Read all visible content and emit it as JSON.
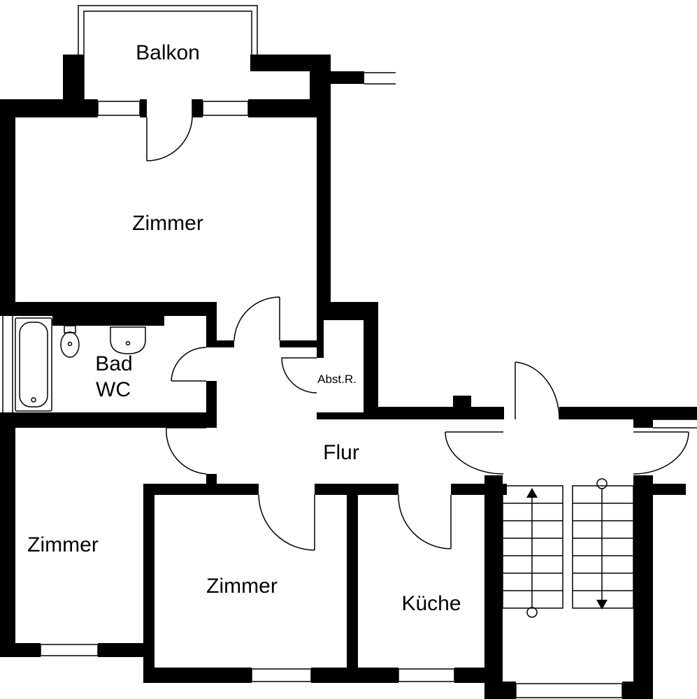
{
  "rooms": {
    "balkon": "Balkon",
    "zimmer_top": "Zimmer",
    "bad_line1": "Bad",
    "bad_line2": "WC",
    "abstellraum": "Abst.R.",
    "flur": "Flur",
    "zimmer_left": "Zimmer",
    "zimmer_middle": "Zimmer",
    "kueche": "Küche"
  },
  "colors": {
    "wall": "#000000",
    "background": "#ffffff",
    "line": "#000000"
  },
  "icons": {
    "stair_up": "arrow-up-icon",
    "stair_down": "arrow-down-icon"
  }
}
